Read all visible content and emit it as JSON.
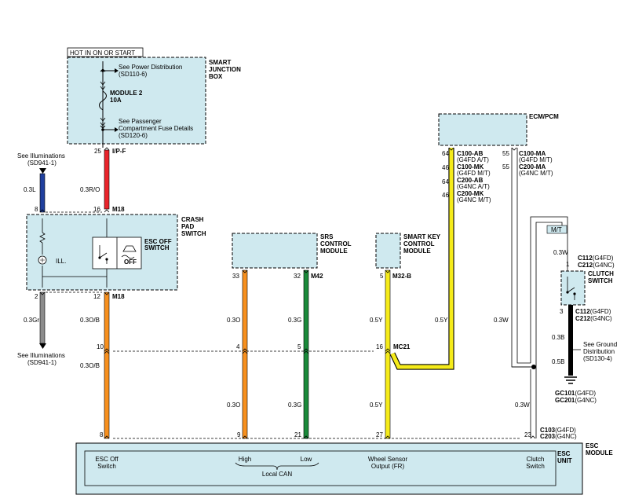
{
  "hot_label": "HOT IN ON OR START",
  "junction_box": {
    "title": [
      "SMART",
      "JUNCTION",
      "BOX"
    ],
    "power_ref": [
      "See Power Distribution",
      "(SD110-6)"
    ],
    "fuse": [
      "MODULE 2",
      "10A"
    ],
    "fuse_ref": [
      "See Passenger",
      "Compartment Fuse Details",
      "(SD120-6)"
    ]
  },
  "illum_top": [
    "See Illuminations",
    "(SD941-1)"
  ],
  "illum_bottom": [
    "See Illuminations",
    "(SD941-1)"
  ],
  "crash_pad": {
    "title": [
      "CRASH",
      "PAD",
      "SWITCH"
    ],
    "switch_label": [
      "ESC OFF",
      "SWITCH"
    ],
    "ill_label": "ILL.",
    "off_label": "OFF"
  },
  "srs": {
    "title": [
      "SRS",
      "CONTROL",
      "MODULE"
    ]
  },
  "smart_key": {
    "title": [
      "SMART KEY",
      "CONTROL",
      "MODULE"
    ]
  },
  "ecm": {
    "title": "ECM/PCM",
    "left_pins": [
      "64",
      "46",
      "64",
      "46"
    ],
    "left_conn": [
      {
        "c": "C100-AB",
        "d": "(G4FD A/T)"
      },
      {
        "c": "C100-MK",
        "d": "(G4FD M/T)"
      },
      {
        "c": "C200-AB",
        "d": "(G4NC A/T)"
      },
      {
        "c": "C200-MK",
        "d": "(G4NC M/T)"
      }
    ],
    "right_pins": [
      "55",
      "55"
    ],
    "right_conn": [
      {
        "c": "C100-MA",
        "d": "(G4FD M/T)"
      },
      {
        "c": "C200-MA",
        "d": "(G4NC M/T)"
      }
    ]
  },
  "clutch": {
    "mt_label": "M/T",
    "title": [
      "CLUTCH",
      "SWITCH"
    ],
    "wire_top": "0.3W",
    "pin_top": "1",
    "conn_top": [
      {
        "c": "C112",
        "d": "(G4FD)"
      },
      {
        "c": "C212",
        "d": "(G4NC)"
      }
    ],
    "pin_bot": "3",
    "conn_bot": [
      {
        "c": "C112",
        "d": "(G4FD)"
      },
      {
        "c": "C212",
        "d": "(G4NC)"
      }
    ],
    "wire_mid": "0.3B",
    "wire_low": "0.5B",
    "ground_ref": [
      "See Ground",
      "Distribution",
      "(SD130-4)"
    ],
    "ground_ids": [
      {
        "c": "GC101",
        "d": "(G4FD)"
      },
      {
        "c": "GC201",
        "d": "(G4NC)"
      }
    ]
  },
  "pins": {
    "red_top": "25",
    "ipf": "I/P-F",
    "blue_top": "8",
    "red_bot": "16",
    "m18_top": "M18",
    "gray_top": "2",
    "orange_top": "12",
    "m18_bot": "M18",
    "srs_33": "33",
    "srs_32": "32",
    "m42": "M42",
    "sk_5": "5",
    "m32b": "M32-B",
    "mc21_1": "10",
    "mc21_2": "4",
    "mc21_3": "5",
    "mc21_4": "16",
    "mc21": "MC21",
    "esc_8": "8",
    "esc_9": "9",
    "esc_21": "21",
    "esc_27": "27",
    "esc_23": "23"
  },
  "wires": {
    "blue": "0.3L",
    "red": "0.3R/O",
    "gray": "0.3Gr",
    "orange_a": "0.3O/B",
    "orange_b": "0.3O/B",
    "orange_c": "0.3O",
    "orange_d": "0.3O",
    "green_a": "0.3G",
    "green_b": "0.3G",
    "yellow_a": "0.5Y",
    "yellow_b": "0.5Y",
    "yellow_ecm": "0.5Y",
    "white_a": "0.3W",
    "white_b": "0.3W"
  },
  "esc": {
    "title": [
      "ESC",
      "MODULE"
    ],
    "unit": [
      "ESC",
      "UNIT"
    ],
    "conn": [
      {
        "c": "C103",
        "d": "(G4FD)"
      },
      {
        "c": "C203",
        "d": "(G4NC)"
      }
    ],
    "labels": {
      "esc_off": [
        "ESC Off",
        "Switch"
      ],
      "high": "High",
      "low": "Low",
      "local_can": "Local CAN",
      "wheel": [
        "Wheel Sensor",
        "Output (FR)"
      ],
      "clutch": [
        "Clutch",
        "Switch"
      ]
    }
  },
  "colors": {
    "box_fill": "#cfe9ef",
    "red": "#e8242b",
    "blue": "#1f3f9e",
    "gray": "#8c8c8c",
    "orange": "#f7901e",
    "green": "#1a8a3a",
    "yellow": "#f5eb1a",
    "white_wire": "#ffffff",
    "black": "#000000"
  }
}
